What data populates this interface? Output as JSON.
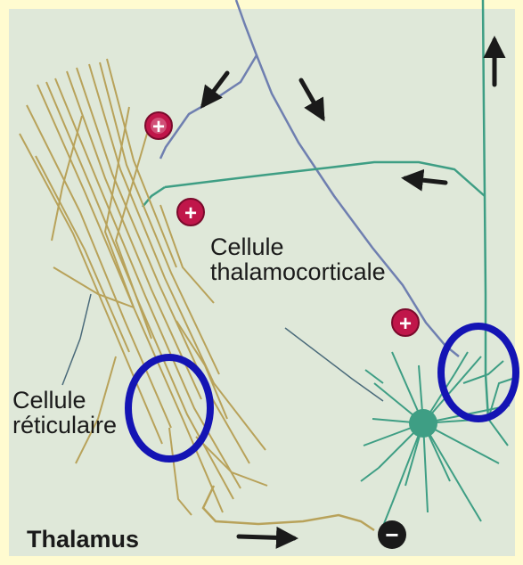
{
  "labels": {
    "thalamocortical": [
      "Cellule",
      "thalamocorticale"
    ],
    "reticular": [
      "Cellule",
      "réticulaire"
    ],
    "region": "Thalamus"
  },
  "colors": {
    "background": "#dfe8d9",
    "border": "#fffbd0",
    "reticular_cell": "#b8a25a",
    "thalamocortical_cell": "#3e9e84",
    "cortical_fiber": "#6f7fb0",
    "highlight_circle": "#1414b4",
    "excitatory_badge": "#c0164a"
  },
  "symbols": {
    "excitatory": "+",
    "inhibitory": "−"
  }
}
